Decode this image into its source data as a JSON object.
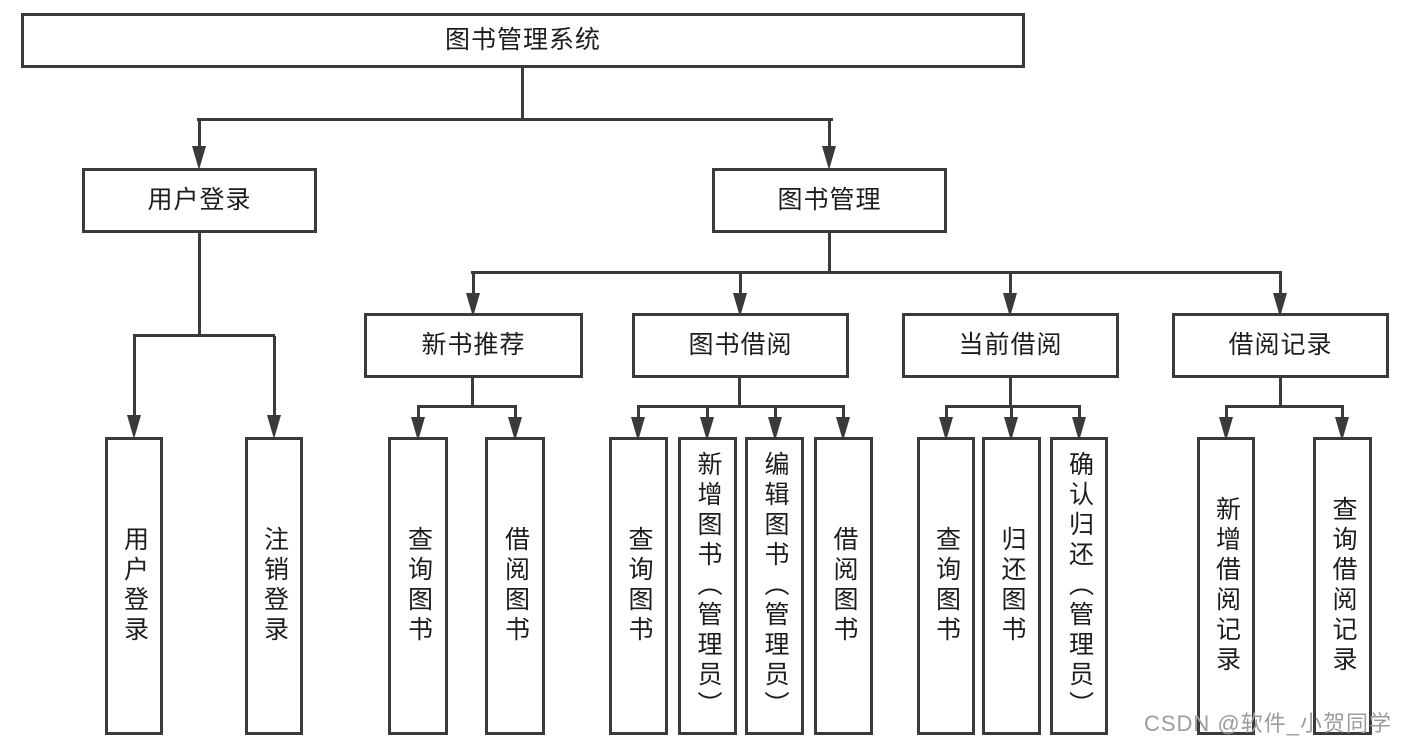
{
  "diagram": {
    "title": "图书管理系统",
    "children": [
      {
        "label": "用户登录",
        "children": [
          {
            "label": "用户登录"
          },
          {
            "label": "注销登录"
          }
        ]
      },
      {
        "label": "图书管理",
        "children": [
          {
            "label": "新书推荐",
            "children": [
              {
                "label": "查询图书"
              },
              {
                "label": "借阅图书"
              }
            ]
          },
          {
            "label": "图书借阅",
            "children": [
              {
                "label": "查询图书"
              },
              {
                "label": "新增图书（管理员）"
              },
              {
                "label": "编辑图书（管理员）"
              },
              {
                "label": "借阅图书"
              }
            ]
          },
          {
            "label": "当前借阅",
            "children": [
              {
                "label": "查询图书"
              },
              {
                "label": "归还图书"
              },
              {
                "label": "确认归还（管理员）"
              }
            ]
          },
          {
            "label": "借阅记录",
            "children": [
              {
                "label": "新增借阅记录"
              },
              {
                "label": "查询借阅记录"
              }
            ]
          }
        ]
      }
    ]
  },
  "watermark": {
    "text": "CSDN @软件_小贺同学"
  },
  "colors": {
    "line": "#3a3a3a",
    "text": "#1d1d1d",
    "watermark": "#9c9c9c",
    "background": "#ffffff"
  }
}
